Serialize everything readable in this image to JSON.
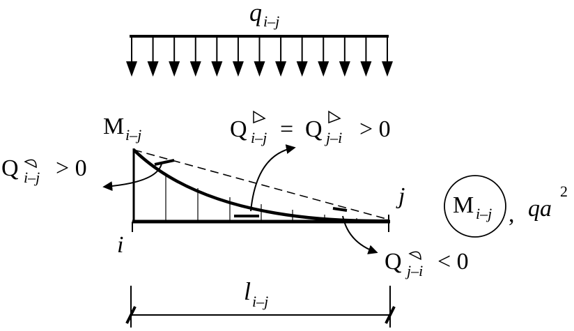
{
  "load": {
    "symbol": "q",
    "subscript": "i–j"
  },
  "moment_top": {
    "symbol": "M",
    "subscript": "i–j"
  },
  "shear_middle": {
    "left_symbol": "Q",
    "left_subscript": "i–j",
    "eq": "=",
    "right_symbol": "Q",
    "right_subscript": "j–i",
    "relation": "> 0"
  },
  "shear_left": {
    "symbol": "Q",
    "subscript": "i–j",
    "relation": "> 0"
  },
  "shear_right": {
    "symbol": "Q",
    "subscript": "j–i",
    "relation": "< 0"
  },
  "node_i": "i",
  "node_j": "j",
  "legend": {
    "symbol": "M",
    "subscript": "i–j",
    "separator": ",",
    "unit_base": "qa",
    "unit_exp": "2"
  },
  "span": {
    "symbol": "l",
    "subscript": "i–j"
  },
  "load_arrow_count": 13
}
